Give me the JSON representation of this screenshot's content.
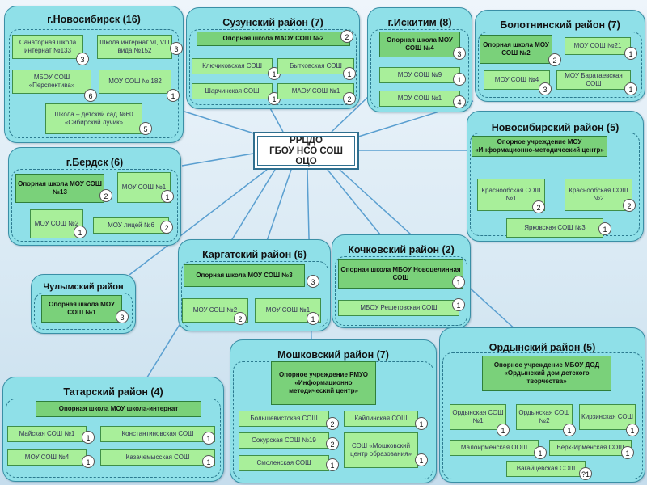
{
  "center": {
    "line1": "РРЦДО",
    "line2": "ГБОУ НСО СОШ",
    "line3": "ОЦО"
  },
  "novosibirsk_city": {
    "title": "г.Новосибирск (16)",
    "items": [
      {
        "label": "Санаторная школа интернат №133",
        "n": "3"
      },
      {
        "label": "Школа интернат VI, VIII вида №152",
        "n": "3"
      },
      {
        "label": "МБОУ СОШ «Перспектива»",
        "n": "6"
      },
      {
        "label": "МОУ СОШ № 182",
        "n": "1"
      },
      {
        "label": "Школа – детский сад №60 «Сибирский лучик»",
        "n": "5"
      }
    ]
  },
  "suzun": {
    "title": "Сузунский район (7)",
    "items": [
      {
        "label": "Опорная школа МАОУ СОШ №2",
        "n": "2"
      },
      {
        "label": "Ключиковская СОШ",
        "n": "1"
      },
      {
        "label": "Бытковская СОШ",
        "n": "1"
      },
      {
        "label": "Шарчинская СОШ",
        "n": "1"
      },
      {
        "label": "МАОУ СОШ №1",
        "n": "2"
      }
    ]
  },
  "iskitim": {
    "title": "г.Искитим (8)",
    "items": [
      {
        "label": "Опорная школа МОУ СОШ №4",
        "n": "3"
      },
      {
        "label": "МОУ СОШ №9",
        "n": "1"
      },
      {
        "label": "МОУ СОШ №1",
        "n": "4"
      }
    ]
  },
  "bolotnoe": {
    "title": "Болотнинский район (7)",
    "items": [
      {
        "label": "Опорная школа МОУ СОШ №2",
        "n": "2"
      },
      {
        "label": "МОУ СОШ №21",
        "n": "1"
      },
      {
        "label": "МОУ СОШ №4",
        "n": "3"
      },
      {
        "label": "МОУ Баратаевская СОШ",
        "n": "1"
      }
    ]
  },
  "novosib_district": {
    "title": "Новосибирский район (5)",
    "items": [
      {
        "label": "Опорное учреждение МОУ «Информационно-методический центр»",
        "n": ""
      },
      {
        "label": "Краснообская СОШ №1",
        "n": "2"
      },
      {
        "label": "Краснообская СОШ №2",
        "n": "2"
      },
      {
        "label": "Ярковская СОШ №3",
        "n": "1"
      }
    ]
  },
  "berdsk": {
    "title": "г.Бердск (6)",
    "items": [
      {
        "label": "Опорная школа МОУ СОШ №13",
        "n": "2"
      },
      {
        "label": "МОУ СОШ №1",
        "n": "1"
      },
      {
        "label": "МОУ СОШ №2",
        "n": "1"
      },
      {
        "label": "МОУ лицей №6",
        "n": "2"
      }
    ]
  },
  "chulym": {
    "title": "Чулымский район",
    "items": [
      {
        "label": "Опорная школа МОУ СОШ №1",
        "n": "3"
      }
    ]
  },
  "kargat": {
    "title": "Каргатский район (6)",
    "items": [
      {
        "label": "Опорная школа МОУ СОШ №3",
        "n": "3"
      },
      {
        "label": "МОУ СОШ №2",
        "n": "2"
      },
      {
        "label": "МОУ СОШ №1",
        "n": "1"
      }
    ]
  },
  "kochki": {
    "title": "Кочковский район (2)",
    "items": [
      {
        "label": "Опорная школа МБОУ Новоцелинная СОШ",
        "n": "1"
      },
      {
        "label": "МБОУ Решетовская СОШ",
        "n": "1"
      }
    ]
  },
  "moshkovo": {
    "title": "Мошковский район (7)",
    "items": [
      {
        "label": "Опорное учреждение РМУО «Информационно методический центр»",
        "n": ""
      },
      {
        "label": "Большевистская СОШ",
        "n": "2"
      },
      {
        "label": "Кайлинская СОШ",
        "n": "1"
      },
      {
        "label": "Сокурская СОШ №19",
        "n": "2"
      },
      {
        "label": "СОШ «Мошковский центр образования»",
        "n": "1"
      },
      {
        "label": "Смоленская СОШ",
        "n": "1"
      }
    ]
  },
  "tatarsk": {
    "title": "Татарский район (4)",
    "items": [
      {
        "label": "Опорная школа МОУ школа-интернат",
        "n": ""
      },
      {
        "label": "Майская СОШ №1",
        "n": "1"
      },
      {
        "label": "Константиновская СОШ",
        "n": "1"
      },
      {
        "label": "МОУ СОШ №4",
        "n": "1"
      },
      {
        "label": "Казачемысская СОШ",
        "n": "1"
      }
    ]
  },
  "ordynsk": {
    "title": "Ордынский район (5)",
    "items": [
      {
        "label": "Опорное учреждение МБОУ ДОД «Ордынский дом детского творчества»",
        "n": ""
      },
      {
        "label": "Ордынская СОШ №1",
        "n": "1"
      },
      {
        "label": "Ордынская СОШ №2",
        "n": "1"
      },
      {
        "label": "Кирзинская СОШ",
        "n": "1"
      },
      {
        "label": "Малоирменская ООШ",
        "n": "1"
      },
      {
        "label": "Верх-Ирменская СОШ",
        "n": "1"
      },
      {
        "label": "Вагайцевская СОШ",
        "n": "?1"
      }
    ]
  }
}
